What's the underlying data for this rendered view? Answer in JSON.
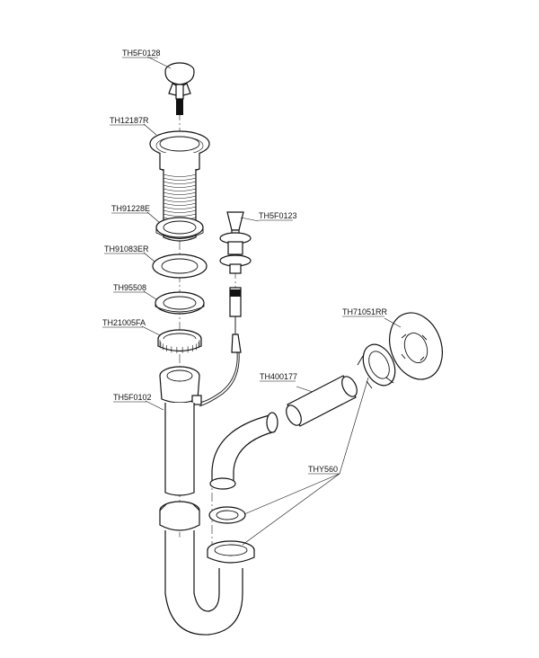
{
  "diagram": {
    "parts": [
      {
        "code": "TH5F0128"
      },
      {
        "code": "TH12187R"
      },
      {
        "code": "TH91228E"
      },
      {
        "code": "TH91083ER"
      },
      {
        "code": "TH95508"
      },
      {
        "code": "TH21005FA"
      },
      {
        "code": "TH5F0102"
      },
      {
        "code": "TH5F0123"
      },
      {
        "code": "TH71051RR"
      },
      {
        "code": "TH400177"
      },
      {
        "code": "THY560"
      }
    ]
  }
}
